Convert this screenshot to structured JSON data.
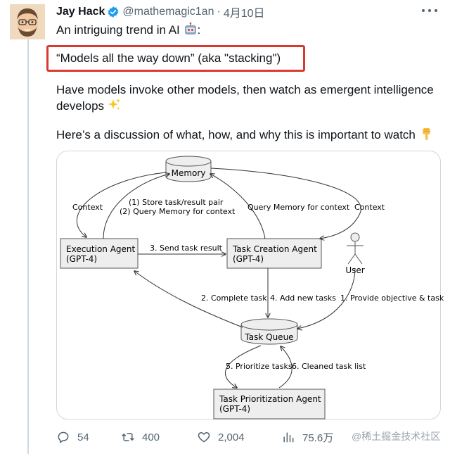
{
  "tweet": {
    "author_name": "Jay Hack",
    "handle": "@mathemagic1an",
    "date": "4月10日",
    "line1": "An intriguing trend in AI",
    "line1_suffix": ":",
    "highlighted_line": "“Models all the way down” (aka \"stacking\")",
    "para2": "Have models invoke other models, then watch as emergent intelligence develops",
    "para3": "Here’s a discussion of what, how, and why this is important to watch"
  },
  "diagram": {
    "nodes": {
      "memory": "Memory",
      "execution_agent_l1": "Execution Agent",
      "execution_agent_l2": "(GPT-4)",
      "task_creation_l1": "Task Creation Agent",
      "task_creation_l2": "(GPT-4)",
      "user": "User",
      "task_queue": "Task Queue",
      "prioritization_l1": "Task Prioritization Agent",
      "prioritization_l2": "(GPT-4)"
    },
    "edges": {
      "context_left": "Context",
      "store_l1": "(1) Store task/result pair",
      "store_l2": "(2) Query Memory for context",
      "query_memory": "Query Memory for context",
      "context_right": "Context",
      "send_task": "3. Send task result",
      "complete_task": "2. Complete task",
      "add_tasks": "4. Add new tasks",
      "provide_objective": "1. Provide objective & task",
      "prioritize": "5. Prioritize tasks",
      "cleaned": "6. Cleaned task list"
    }
  },
  "actions": {
    "replies": "54",
    "retweets": "400",
    "likes": "2,004",
    "views": "75.6万",
    "watermark": "@稀土掘金技术社区"
  },
  "colors": {
    "highlight_border": "#d93a2f",
    "verified": "#1d9bf0",
    "secondary_text": "#536471"
  },
  "icons": [
    "verified-badge-icon",
    "more-icon",
    "robot-emoji-icon",
    "sparkles-emoji-icon",
    "pointing-down-emoji-icon",
    "reply-icon",
    "retweet-icon",
    "like-icon",
    "views-icon"
  ]
}
